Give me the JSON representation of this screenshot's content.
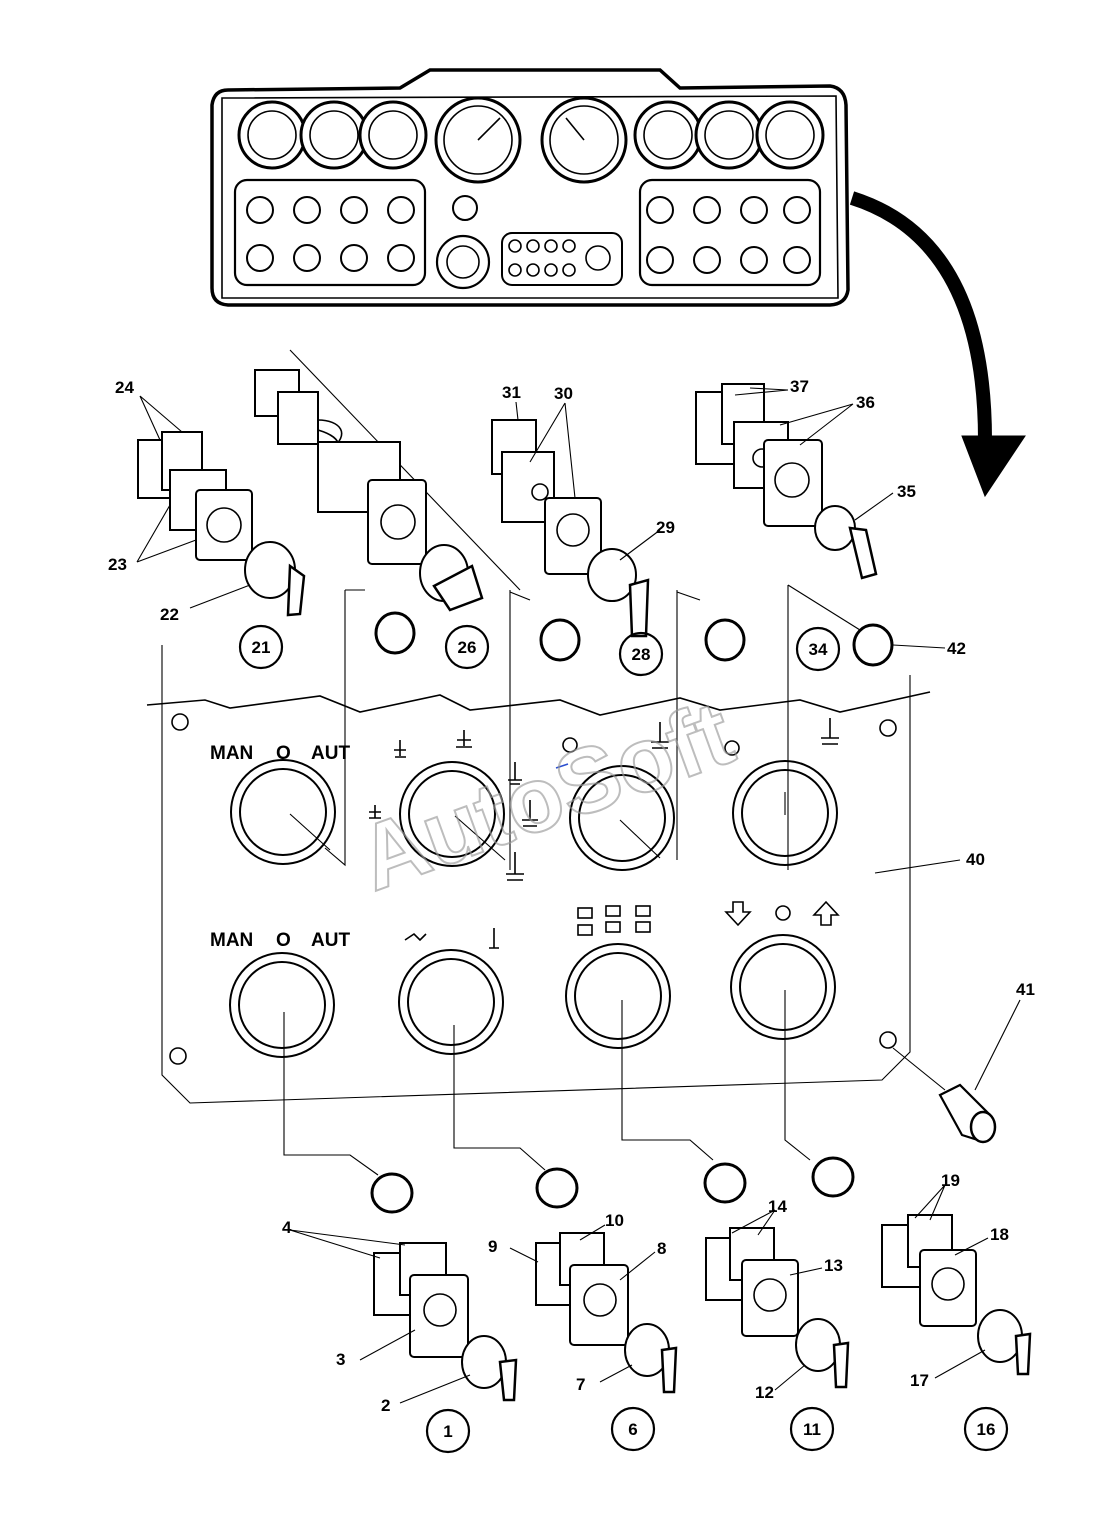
{
  "panel": {
    "row1_label_left": "MAN",
    "row1_label_mid": "O",
    "row1_label_right": "AUT",
    "row2_label_left": "MAN",
    "row2_label_mid": "O",
    "row2_label_right": "AUT"
  },
  "watermark": "AutoSoft",
  "callouts": {
    "c2": "2",
    "c3": "3",
    "c4": "4",
    "c7": "7",
    "c8": "8",
    "c9": "9",
    "c10": "10",
    "c12": "12",
    "c13": "13",
    "c14": "14",
    "c17": "17",
    "c18": "18",
    "c19": "19",
    "c22": "22",
    "c23": "23",
    "c24": "24",
    "c29": "29",
    "c30": "30",
    "c31": "31",
    "c35": "35",
    "c36": "36",
    "c37": "37",
    "c40": "40",
    "c41": "41",
    "c42": "42"
  },
  "circled": {
    "n1": "1",
    "n6": "6",
    "n11": "11",
    "n16": "16",
    "n21": "21",
    "n26": "26",
    "n28": "28",
    "n34": "34"
  },
  "colors": {
    "ink": "#000000",
    "paper": "#ffffff",
    "watermark": "#9a9a9a"
  }
}
